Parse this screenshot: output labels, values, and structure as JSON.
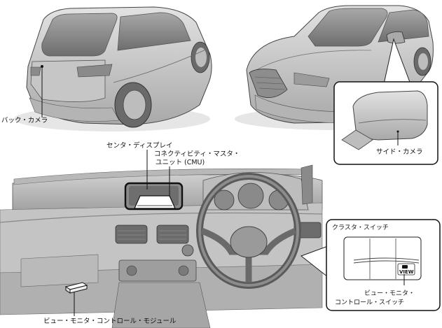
{
  "labels": {
    "back_camera": "バック・カメラ",
    "side_camera": "サイド・カメラ",
    "center_display": "センタ・ディスプレイ",
    "cmu_line1": "コネクティビティ・マスタ・",
    "cmu_line2": "ユニット (CMU)",
    "cluster_switch": "クラスタ・スイッチ",
    "view_control_switch_line1": "ビュー・モニタ・",
    "view_control_switch_line2": "コントロール・スイッチ",
    "view_control_module": "ビュー・モニタ・コントロール・モジュール",
    "view_button": "VIEW"
  },
  "colors": {
    "car_body": "#d2d2d2",
    "car_dark": "#9a9a9a",
    "glass": "#8e8e8e",
    "outline": "#333333",
    "callout": "#111111"
  }
}
